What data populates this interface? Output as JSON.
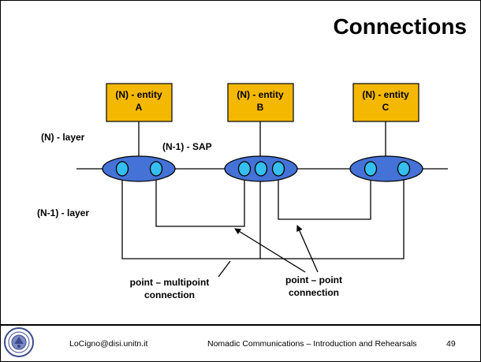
{
  "title": "Connections",
  "entities": [
    {
      "line1": "(N) - entity",
      "line2": "A"
    },
    {
      "line1": "(N) - entity",
      "line2": "B"
    },
    {
      "line1": "(N) - entity",
      "line2": "C"
    }
  ],
  "labels": {
    "n_layer": "(N) - layer",
    "n1_sap": "(N-1) - SAP",
    "n1_layer": "(N-1) - layer",
    "multipoint_line1": "point – multipoint",
    "multipoint_line2": "connection",
    "p2p_line1": "point – point",
    "p2p_line2": "connection"
  },
  "footer": {
    "email": "LoCigno@disi.unitn.it",
    "course": "Nomadic Communications – Introduction and Rehearsals",
    "page": "49"
  },
  "colors": {
    "entity_fill": "#F5B800",
    "ellipse_fill": "#4472D6",
    "sap_fill": "#35BFF0"
  }
}
